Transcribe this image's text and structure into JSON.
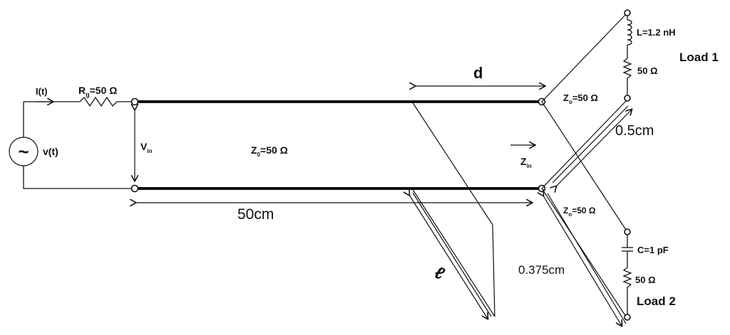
{
  "labels": {
    "current": "I(t)",
    "rg_main": "R",
    "rg_sub": "g",
    "rg_val": "=50 Ω",
    "source_symbol": "~",
    "source": "v(t)",
    "vin_main": "V",
    "vin_sub": "in",
    "z0_main_z": "Z",
    "z0_main_sub": "0",
    "z0_main_val": "=50 Ω",
    "length_main": "50cm",
    "d": "d",
    "zin_main": "Z",
    "zin_sub": "in",
    "z0_upper_z": "Z",
    "z0_upper_sub": "o",
    "z0_upper_val": "=50 Ω",
    "z0_lower_z": "Z",
    "z0_lower_sub": "o",
    "z0_lower_val": "=50 Ω",
    "sep_upper": "0.5cm",
    "sep_lower": "0.375cm",
    "stub_length": "ℓ",
    "inductor": "L=1.2 nH",
    "r_load1": "50 Ω",
    "load1": "Load 1",
    "capacitor": "C=1 pF",
    "r_load2": "50 Ω",
    "load2": "Load 2"
  },
  "colors": {
    "ink": "#111111",
    "background": "#ffffff"
  }
}
